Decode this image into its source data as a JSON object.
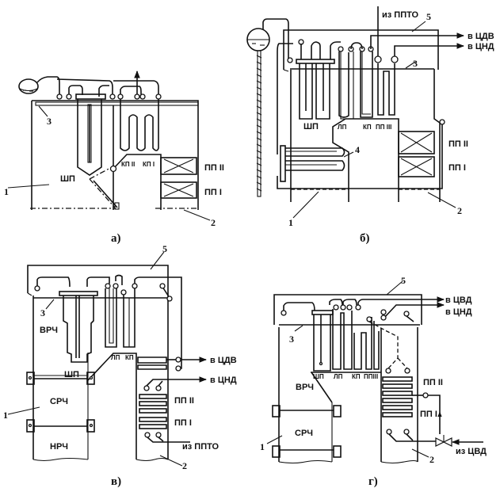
{
  "figure": {
    "panels": [
      {
        "caption": "а)",
        "labels": {
          "screen_sh": "ШП",
          "conv_2": "КП II",
          "conv_1": "КП I",
          "reheat_2": "ПП II",
          "reheat_1": "ПП I",
          "n1": "1",
          "n2": "2",
          "n3": "3"
        }
      },
      {
        "caption": "б)",
        "labels": {
          "screen_sh": "ШП",
          "radiant": "ЛП",
          "conv": "КП",
          "reheat_3": "ПП III",
          "reheat_2": "ПП II",
          "reheat_1": "ПП I",
          "from_ppto": "из ППТО",
          "to_cdv": "в ЦДВ",
          "to_cnd": "в ЦНД",
          "n1": "1",
          "n2": "2",
          "n3": "3",
          "n4": "4",
          "n5": "5"
        }
      },
      {
        "caption": "в)",
        "labels": {
          "upper_rad": "ВРЧ",
          "mid_rad": "СРЧ",
          "low_rad": "НРЧ",
          "screen_sh": "ШП",
          "radiant": "ЛП",
          "conv": "КП",
          "reheat_2": "ПП II",
          "reheat_1": "ПП I",
          "to_cdv": "в ЦДВ",
          "to_cnd": "в ЦНД",
          "from_ppto": "из ППТО",
          "n1": "1",
          "n2": "2",
          "n3": "3",
          "n5": "5"
        }
      },
      {
        "caption": "г)",
        "labels": {
          "upper_rad": "ВРЧ",
          "mid_rad": "СРЧ",
          "screen_sh": "ШП",
          "radiant": "ЛП",
          "conv": "КП",
          "reheat_3": "ППIII",
          "reheat_2": "ПП II",
          "reheat_1": "ПП I",
          "to_cvd": "в ЦВД",
          "to_cnd": "в ЦНД",
          "from_cvd": "из ЦВД",
          "n1": "1",
          "n2": "2",
          "n3": "3",
          "n5": "5"
        }
      }
    ]
  }
}
